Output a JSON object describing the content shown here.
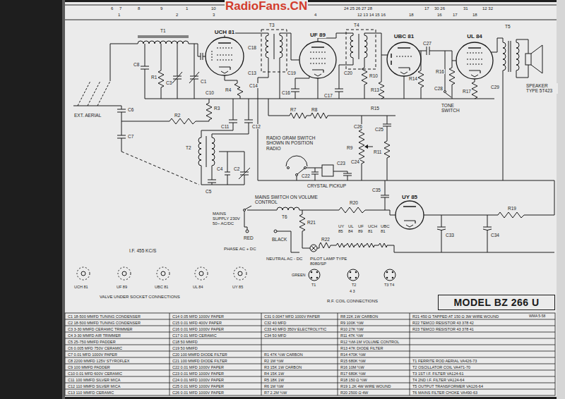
{
  "diagram": {
    "nodes": [
      {
        "text": [
          "UCH 81"
        ]
      },
      {
        "text": [
          "UF 89"
        ]
      },
      {
        "text": [
          "UBC 81"
        ]
      },
      {
        "text": [
          "UL 84"
        ]
      },
      {
        "text": [
          "UY 85"
        ]
      },
      {
        "text": [
          "MODEL BZ 266 U"
        ]
      }
    ],
    "labels": [
      "RadioFans.CN",
      "6",
      "7",
      "8",
      "9",
      "1",
      "10",
      "24 25 26 27 28",
      "17",
      "30 26",
      "31",
      "12 32",
      "1",
      "2",
      "3",
      "4",
      "12 13 14 15 16",
      "18",
      "16",
      "17",
      "18",
      "T1",
      "EXT. AERIAL",
      "C8",
      "R1",
      "C3",
      "C1",
      "C10",
      "R4",
      "R3",
      "R2",
      "C13",
      "C14",
      "C18",
      "T3",
      "C6",
      "C7",
      "C11",
      "C12",
      "T2",
      "C4",
      "C2",
      "C5",
      "C16",
      "C17",
      "R7",
      "R8",
      "C19",
      "T4",
      "C20",
      "R10",
      "R13",
      "R15",
      "R14",
      "C27",
      "R16",
      "C28",
      "TONE SWITCH",
      "R17",
      "C29",
      "T5",
      "SPEAKER TYPE 5T423",
      "RADIO GRAM SWITCH SHOWN IN POSITION RADIO",
      "C26",
      "C25",
      "R9",
      "R11",
      "C24",
      "C22",
      "C23",
      "CRYSTAL PICKUP",
      "MAINS SWITCH ON VOLUME CONTROL",
      "T6",
      "R20",
      "C35",
      "R21",
      "R22",
      "R19",
      "C33",
      "C34",
      "MAINS SUPPLY 230V 50~ AC/DC",
      "RED",
      "PHASE AC + DC",
      "BLACK",
      "NEUTRAL AC - DC",
      "PILOT LAMP TYPE 8080/SP",
      "UY 85",
      "UL 84",
      "UF 89",
      "UCH 81",
      "UBC 81",
      "I.F. 455 KC/S",
      "UCH 81",
      "UF 89",
      "UBC 81",
      "UL 84",
      "UY 85",
      "VALVE UNDER SOCKET CONNECTIONS",
      "T1",
      "GREEN",
      "T2",
      "4 3",
      "T3 T4",
      "R.F. COIL CONNECTIONS",
      "WMA 5-58",
      "C1 18-500 MMFD TUNING CONDENSER",
      "C2 18-500 MMFD TUNING CONDENSER",
      "C3 3-30 MMFD CERAMIC TRIMMER",
      "C4 3-30 MMFD AIR TRIMMER",
      "C5 25-750 MMFD PADDER",
      "C6 0.005 MFD 750V CERAMIC",
      "C7 0.01 MFD 1000V PAPER",
      "C8 2200 MMFD 125V STYROFLEX",
      "C9 100 MMFD PADDER",
      "C10 0.01 MFD 600V CERAMIC",
      "C11 100 MMFD SILVER MICA",
      "C12 110 MMFD SILVER MICA",
      "C13 110 MMFD CERAMIC",
      "C14 0.05 MFD 1000V PAPER",
      "C15 0.01 MFD 400V PAPER",
      "C16 0.01 MFD 1000V PAPER",
      "C17 0.01 MFD CERAMIC",
      "C18 50 MMFD",
      "C19 50 MMFD",
      "C20 100 MMFD DIODE FILTER",
      "C21 100 MMFD DIODE FILTER",
      "C22 0.01 MFD 1000V PAPER",
      "C23 0.01 MFD 1000V PAPER",
      "C24 0.01 MFD 1000V PAPER",
      "C25 0.01 MFD 1000V PAPER",
      "C26 0.01 MFD 1000V PAPER",
      "C31 0.0047 MFD 1000V PAPER",
      "C32 40 MFD",
      "C33 40 MFD 350V ELECTROLYTIC",
      "C34 50 MFD",
      "R1 47K ½W CARBON",
      "R2 1M ½W",
      "R3 15K 1W CARBON",
      "R4 15K 1W",
      "R5 18K 1W",
      "R6 1M ½W",
      "R7 2.2M ½W",
      "R8 22K 1W CARBON",
      "R9 100K ½W",
      "R10 27K ½W",
      "R11 47K ½W",
      "R12 ½M-1M VOLUME CONTROL",
      "R13 47K DIODE FILTER",
      "R14 470K ½W",
      "R15 680K ½W",
      "R16 10M ½W",
      "R17 680K ½W",
      "R18 150 Ω ½W",
      "R19 1.2K 4W WIRE WOUND",
      "R20 2500 Ω 4W",
      "R21 450 Ω TAPPED AT 150 Ω 3W WIRE WOUND",
      "R22 TEMCO RESISTOR 43 378 42",
      "R23 TEMCO RESISTOR 43 378 41",
      "T1 FERRITE ROD AERIAL VA426-73",
      "T2 OSCILLATOR COIL VA471-70",
      "T3 1ST I.F. FILTER VA124-61",
      "T4 2ND I.F. FILTER VA124-64",
      "T5 OUTPUT TRANSFORMER VA126-64",
      "T6 MAINS FILTER CHOKE VA490-63"
    ]
  }
}
